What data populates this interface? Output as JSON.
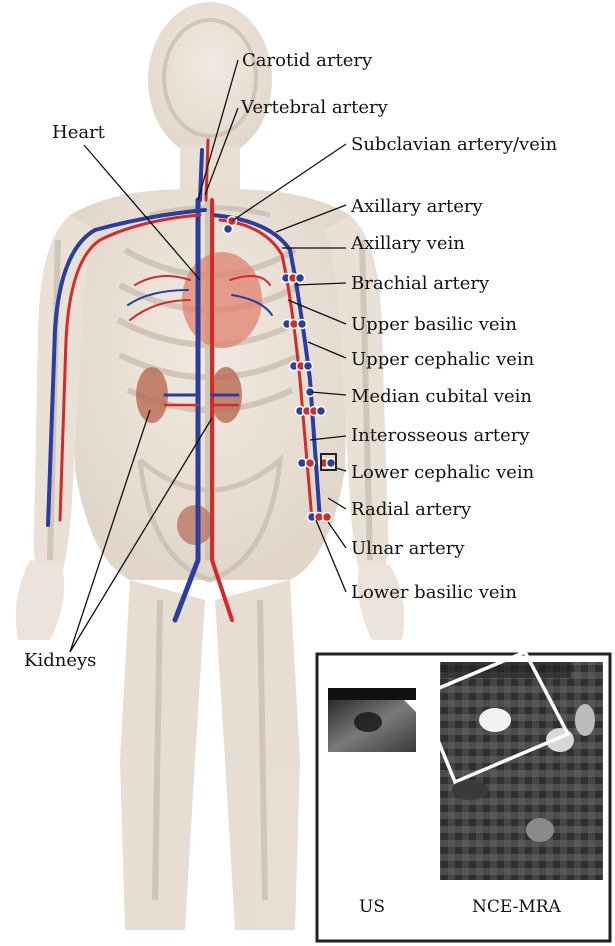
{
  "figure": {
    "left_labels": {
      "heart": "Heart",
      "kidneys": "Kidneys"
    },
    "right_labels": [
      "Carotid artery",
      "Vertebral artery",
      "Subclavian artery/vein",
      "Axillary artery",
      "Axillary vein",
      "Brachial artery",
      "Upper basilic vein",
      "Upper cephalic vein",
      "Median cubital vein",
      "Interosseous  artery",
      "Lower cephalic vein",
      "Radial artery",
      "Ulnar artery",
      "Lower basilic vein"
    ],
    "inset": {
      "left_caption": "US",
      "right_caption": "NCE-MRA"
    },
    "colors": {
      "artery": "#d42a2a",
      "vein": "#2b3d9e",
      "body": "#e8ddd2",
      "bone": "#d9cfc2"
    }
  }
}
